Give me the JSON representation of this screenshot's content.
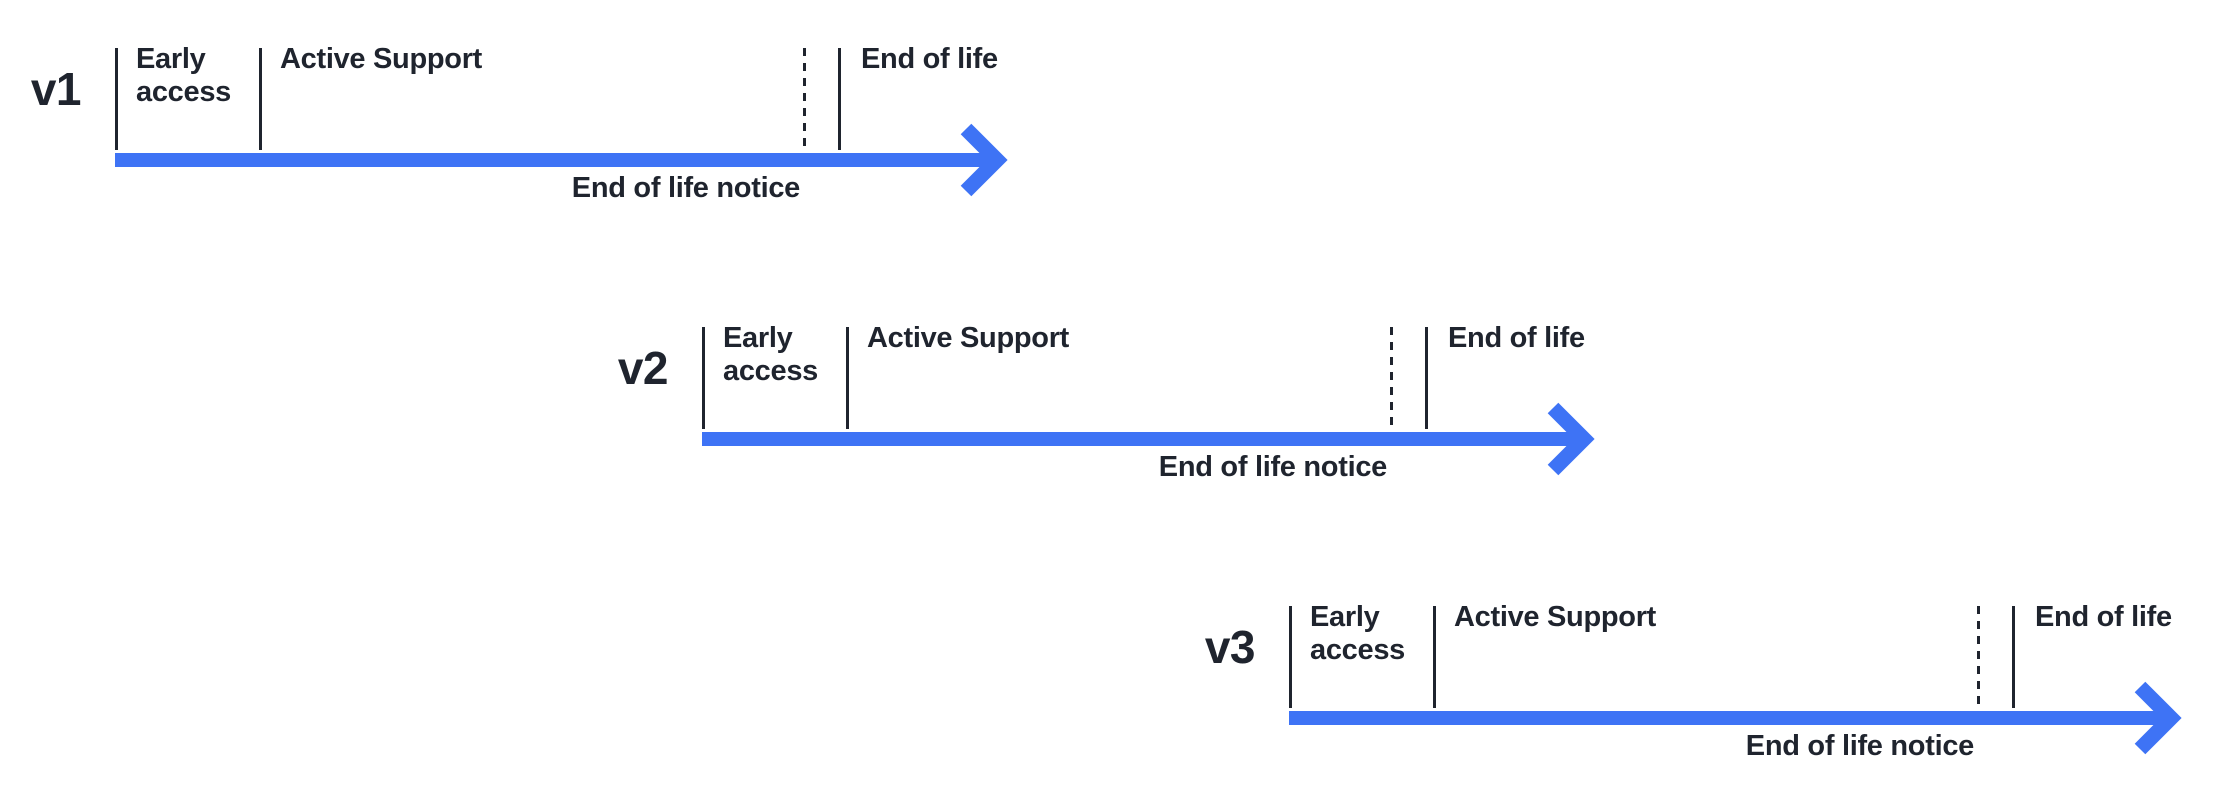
{
  "colors": {
    "background": "#ffffff",
    "ink": "#1f242e",
    "accent_blue": "#3e73f5"
  },
  "diagram": {
    "description_labels": {
      "phases": [
        "Early access",
        "Active Support",
        "End of life"
      ],
      "notice": "End of life notice"
    }
  },
  "timelines": [
    {
      "version": "v1",
      "early_access_label": "Early access",
      "active_support_label": "Active Support",
      "end_of_life_label": "End of life",
      "end_of_life_notice_label": "End of life notice"
    },
    {
      "version": "v2",
      "early_access_label": "Early access",
      "active_support_label": "Active Support",
      "end_of_life_label": "End of life",
      "end_of_life_notice_label": "End of life notice"
    },
    {
      "version": "v3",
      "early_access_label": "Early access",
      "active_support_label": "Active Support",
      "end_of_life_label": "End of life",
      "end_of_life_notice_label": "End of life notice"
    }
  ]
}
